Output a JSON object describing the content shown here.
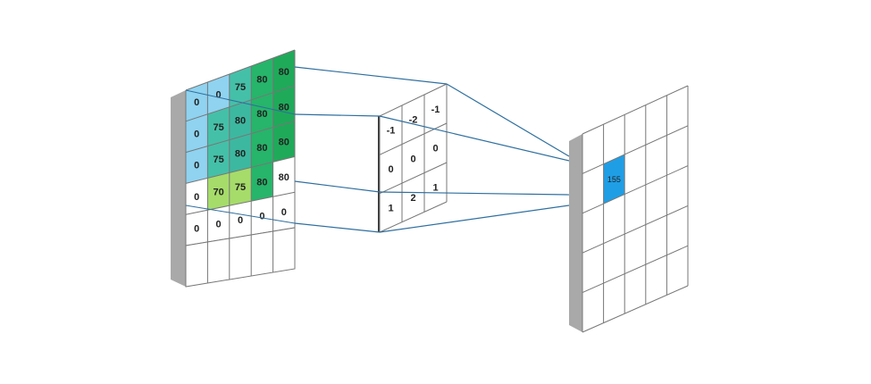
{
  "input_grid": {
    "rows": [
      [
        "0",
        "0",
        "75",
        "80",
        "80"
      ],
      [
        "0",
        "75",
        "80",
        "80",
        "80"
      ],
      [
        "0",
        "75",
        "80",
        "80",
        "80"
      ],
      [
        "0",
        "70",
        "75",
        "80",
        "80"
      ],
      [
        "0",
        "0",
        "0",
        "0",
        "0"
      ]
    ],
    "fills": [
      [
        "#8fd3f0",
        "#8fd3f0",
        "#45c0a8",
        "#26b56a",
        "#1faa5a"
      ],
      [
        "#8fd3f0",
        "#45c0a8",
        "#3db8a0",
        "#26b56a",
        "#1faa5a"
      ],
      [
        "#8fd3f0",
        "#45c0a8",
        "#3db8a0",
        "#26b56a",
        "#1faa5a"
      ],
      [
        "#ffffff",
        "#a6dc6a",
        "#a6dc6a",
        "#26b56a",
        "#ffffff"
      ],
      [
        "#ffffff",
        "#ffffff",
        "#ffffff",
        "#ffffff",
        "#ffffff"
      ]
    ]
  },
  "kernel_grid": {
    "rows": [
      [
        "-1",
        "-2",
        "-1"
      ],
      [
        "0",
        "0",
        "0"
      ],
      [
        "1",
        "2",
        "1"
      ]
    ]
  },
  "output_grid": {
    "size": 5,
    "highlight": {
      "row": 1,
      "col": 1,
      "value": "155",
      "color": "#1f9ee6"
    }
  },
  "colors": {
    "connector": "#2f6f9f",
    "grid_line": "#777777",
    "panel_side": "#a9a9a9",
    "text": "#222222"
  }
}
